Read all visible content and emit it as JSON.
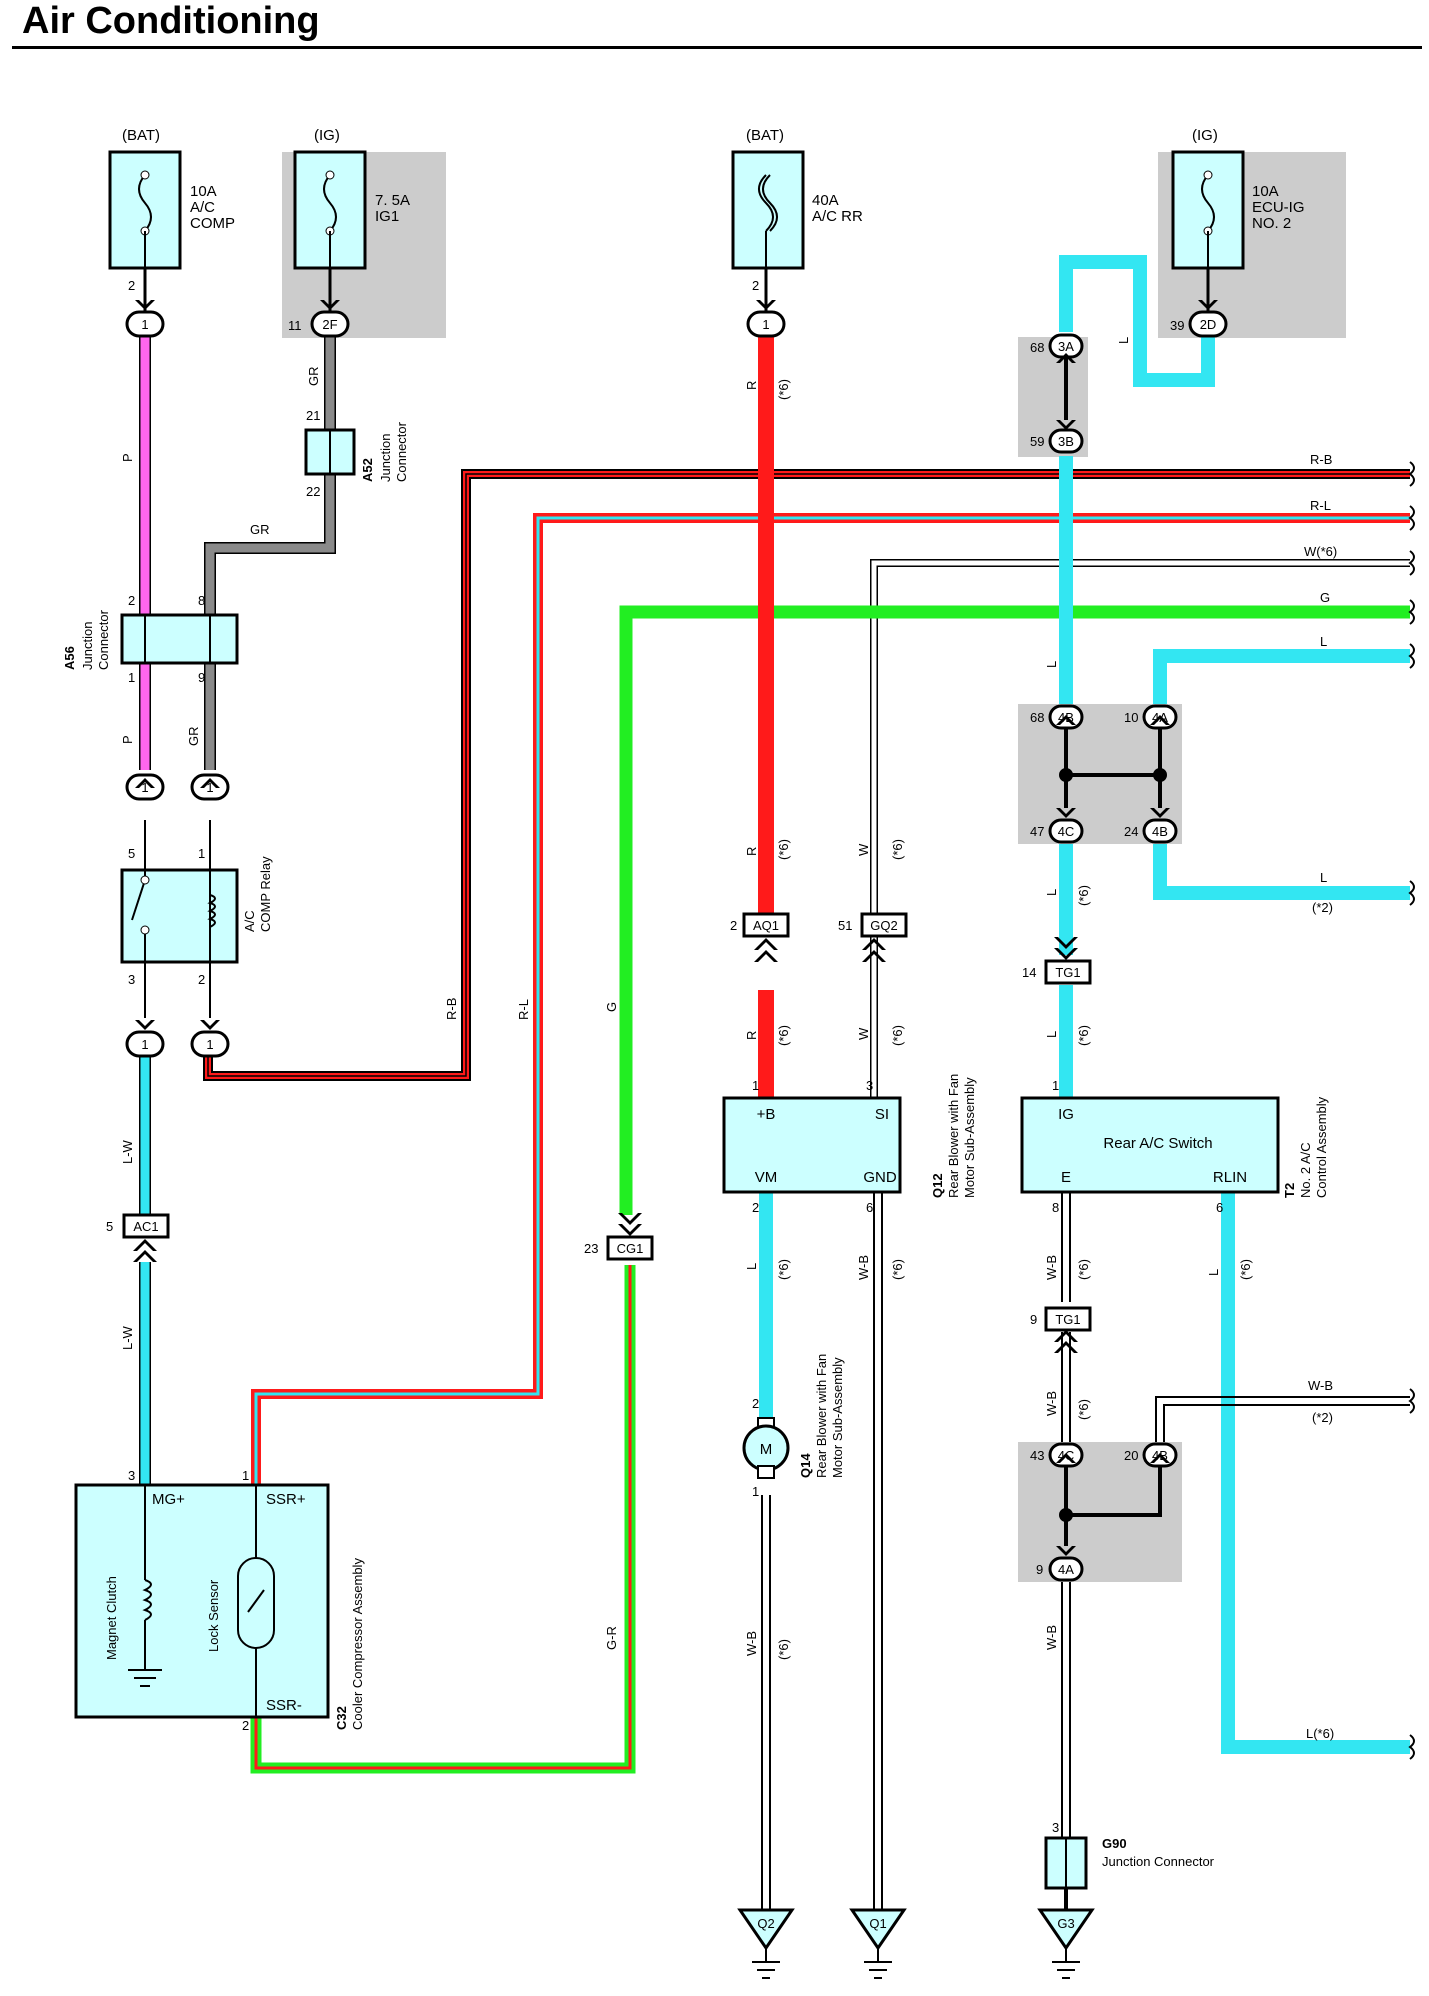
{
  "title": "Air Conditioning",
  "colors": {
    "P": "#ff66ee",
    "GR": "#8a8a8a",
    "R": "#ff1a1a",
    "L": "#33e6f2",
    "G": "#22ee22",
    "component_fill": "#ccffff",
    "shaded": "#cccccc"
  },
  "sources": {
    "bat1": "(BAT)",
    "ig1": "(IG)",
    "bat2": "(BAT)",
    "ig2": "(IG)"
  },
  "fuses": {
    "f1": [
      "10A",
      "A/C",
      "COMP"
    ],
    "f2": [
      "7. 5A",
      "IG1"
    ],
    "f3": [
      "40A",
      "A/C RR"
    ],
    "f4": [
      "10A",
      "ECU-IG",
      "NO. 2"
    ]
  },
  "connectors": {
    "c1": "1",
    "c2F": "2F",
    "c1b": "1",
    "c3A": "3A",
    "c3B": "3B",
    "c2D": "2D",
    "c4B_a": "4B",
    "c4A_a": "4A",
    "c4C_a": "4C",
    "c4B_b": "4B",
    "AQ1": "AQ1",
    "GQ2": "GQ2",
    "TG1_a": "TG1",
    "AC1": "AC1",
    "CG1": "CG1",
    "TG1_b": "TG1",
    "c4C_b": "4C",
    "c4B_c": "4B",
    "c4A_b": "4A",
    "relay_in1": "1",
    "relay_in2": "1",
    "relay_out1": "1",
    "relay_out2": "1"
  },
  "pins": {
    "p2a": "2",
    "p11": "11",
    "p21": "21",
    "p22": "22",
    "p2b": "2",
    "p8": "8",
    "p1a": "1",
    "p9": "9",
    "p5": "5",
    "p1b": "1",
    "p3": "3",
    "p2c": "2",
    "p2d": "2",
    "p68a": "68",
    "p59": "59",
    "p39": "39",
    "p68b": "68",
    "p10": "10",
    "p47": "47",
    "p24": "24",
    "p2e": "2",
    "p51": "51",
    "p14": "14",
    "p1c": "1",
    "p3b": "3",
    "p1d": "1",
    "p2f": "2",
    "p6a": "6",
    "p8b": "8",
    "p6b": "6",
    "p9b": "9",
    "p43": "43",
    "p20": "20",
    "p9c": "9",
    "p5b": "5",
    "p23": "23",
    "p2g": "2",
    "p1e": "1",
    "p3c": "3",
    "p1f": "1",
    "p2h": "2",
    "p3d": "3"
  },
  "wires": {
    "P": "P",
    "GR": "GR",
    "R_B": "R-B",
    "R_L": "R-L",
    "W6": "W(*6)",
    "G": "G",
    "L": "L",
    "L_2": "(*2)",
    "R": "R",
    "s6": "(*6)",
    "W": "W",
    "L_W": "L-W",
    "W_B": "W-B",
    "G_R": "G-R",
    "WB_2": "(*2)",
    "L6": "L(*6)"
  },
  "components": {
    "A52": {
      "code": "A52",
      "name": [
        "Junction",
        "Connector"
      ]
    },
    "A56": {
      "code": "A56",
      "name": [
        "Junction",
        "Connector"
      ]
    },
    "relay": {
      "name": [
        "A/C",
        "COMP Relay"
      ]
    },
    "Q12": {
      "code": "Q12",
      "name": [
        "Rear Blower with Fan",
        "Motor Sub-Assembly"
      ],
      "terms": {
        "b": "+B",
        "si": "SI",
        "vm": "VM",
        "gnd": "GND"
      }
    },
    "T2": {
      "code": "T2",
      "name": [
        "No. 2 A/C",
        "Control Assembly"
      ],
      "inner": "Rear A/C Switch",
      "terms": {
        "ig": "IG",
        "e": "E",
        "rlin": "RLIN"
      }
    },
    "Q14": {
      "code": "Q14",
      "name": [
        "Rear Blower with Fan",
        "Motor Sub-Assembly"
      ],
      "symbol": "M"
    },
    "C32": {
      "code": "C32",
      "name": [
        "Cooler Compressor Assembly"
      ],
      "terms": {
        "mg": "MG+",
        "ssrp": "SSR+",
        "ssrm": "SSR-"
      },
      "inner": [
        "Magnet Clutch",
        "Lock Sensor"
      ]
    },
    "G90": {
      "code": "G90",
      "name": [
        "Junction Connector"
      ]
    }
  },
  "grounds": {
    "g1": "Q2",
    "g2": "Q1",
    "g3": "G3"
  }
}
